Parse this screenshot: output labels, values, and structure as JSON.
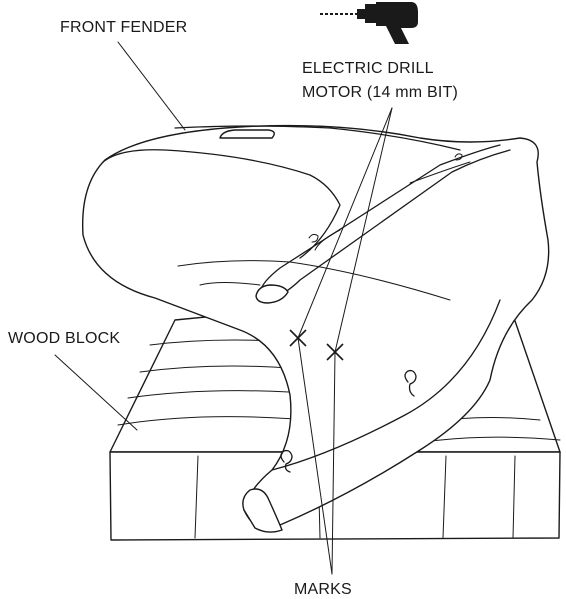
{
  "labels": {
    "front_fender": "FRONT FENDER",
    "drill_line1": "ELECTRIC DRILL",
    "drill_line2": "MOTOR (14 mm BIT)",
    "wood_block": "WOOD BLOCK",
    "marks": "MARKS"
  },
  "icons": {
    "drill": "electric-drill-icon"
  }
}
